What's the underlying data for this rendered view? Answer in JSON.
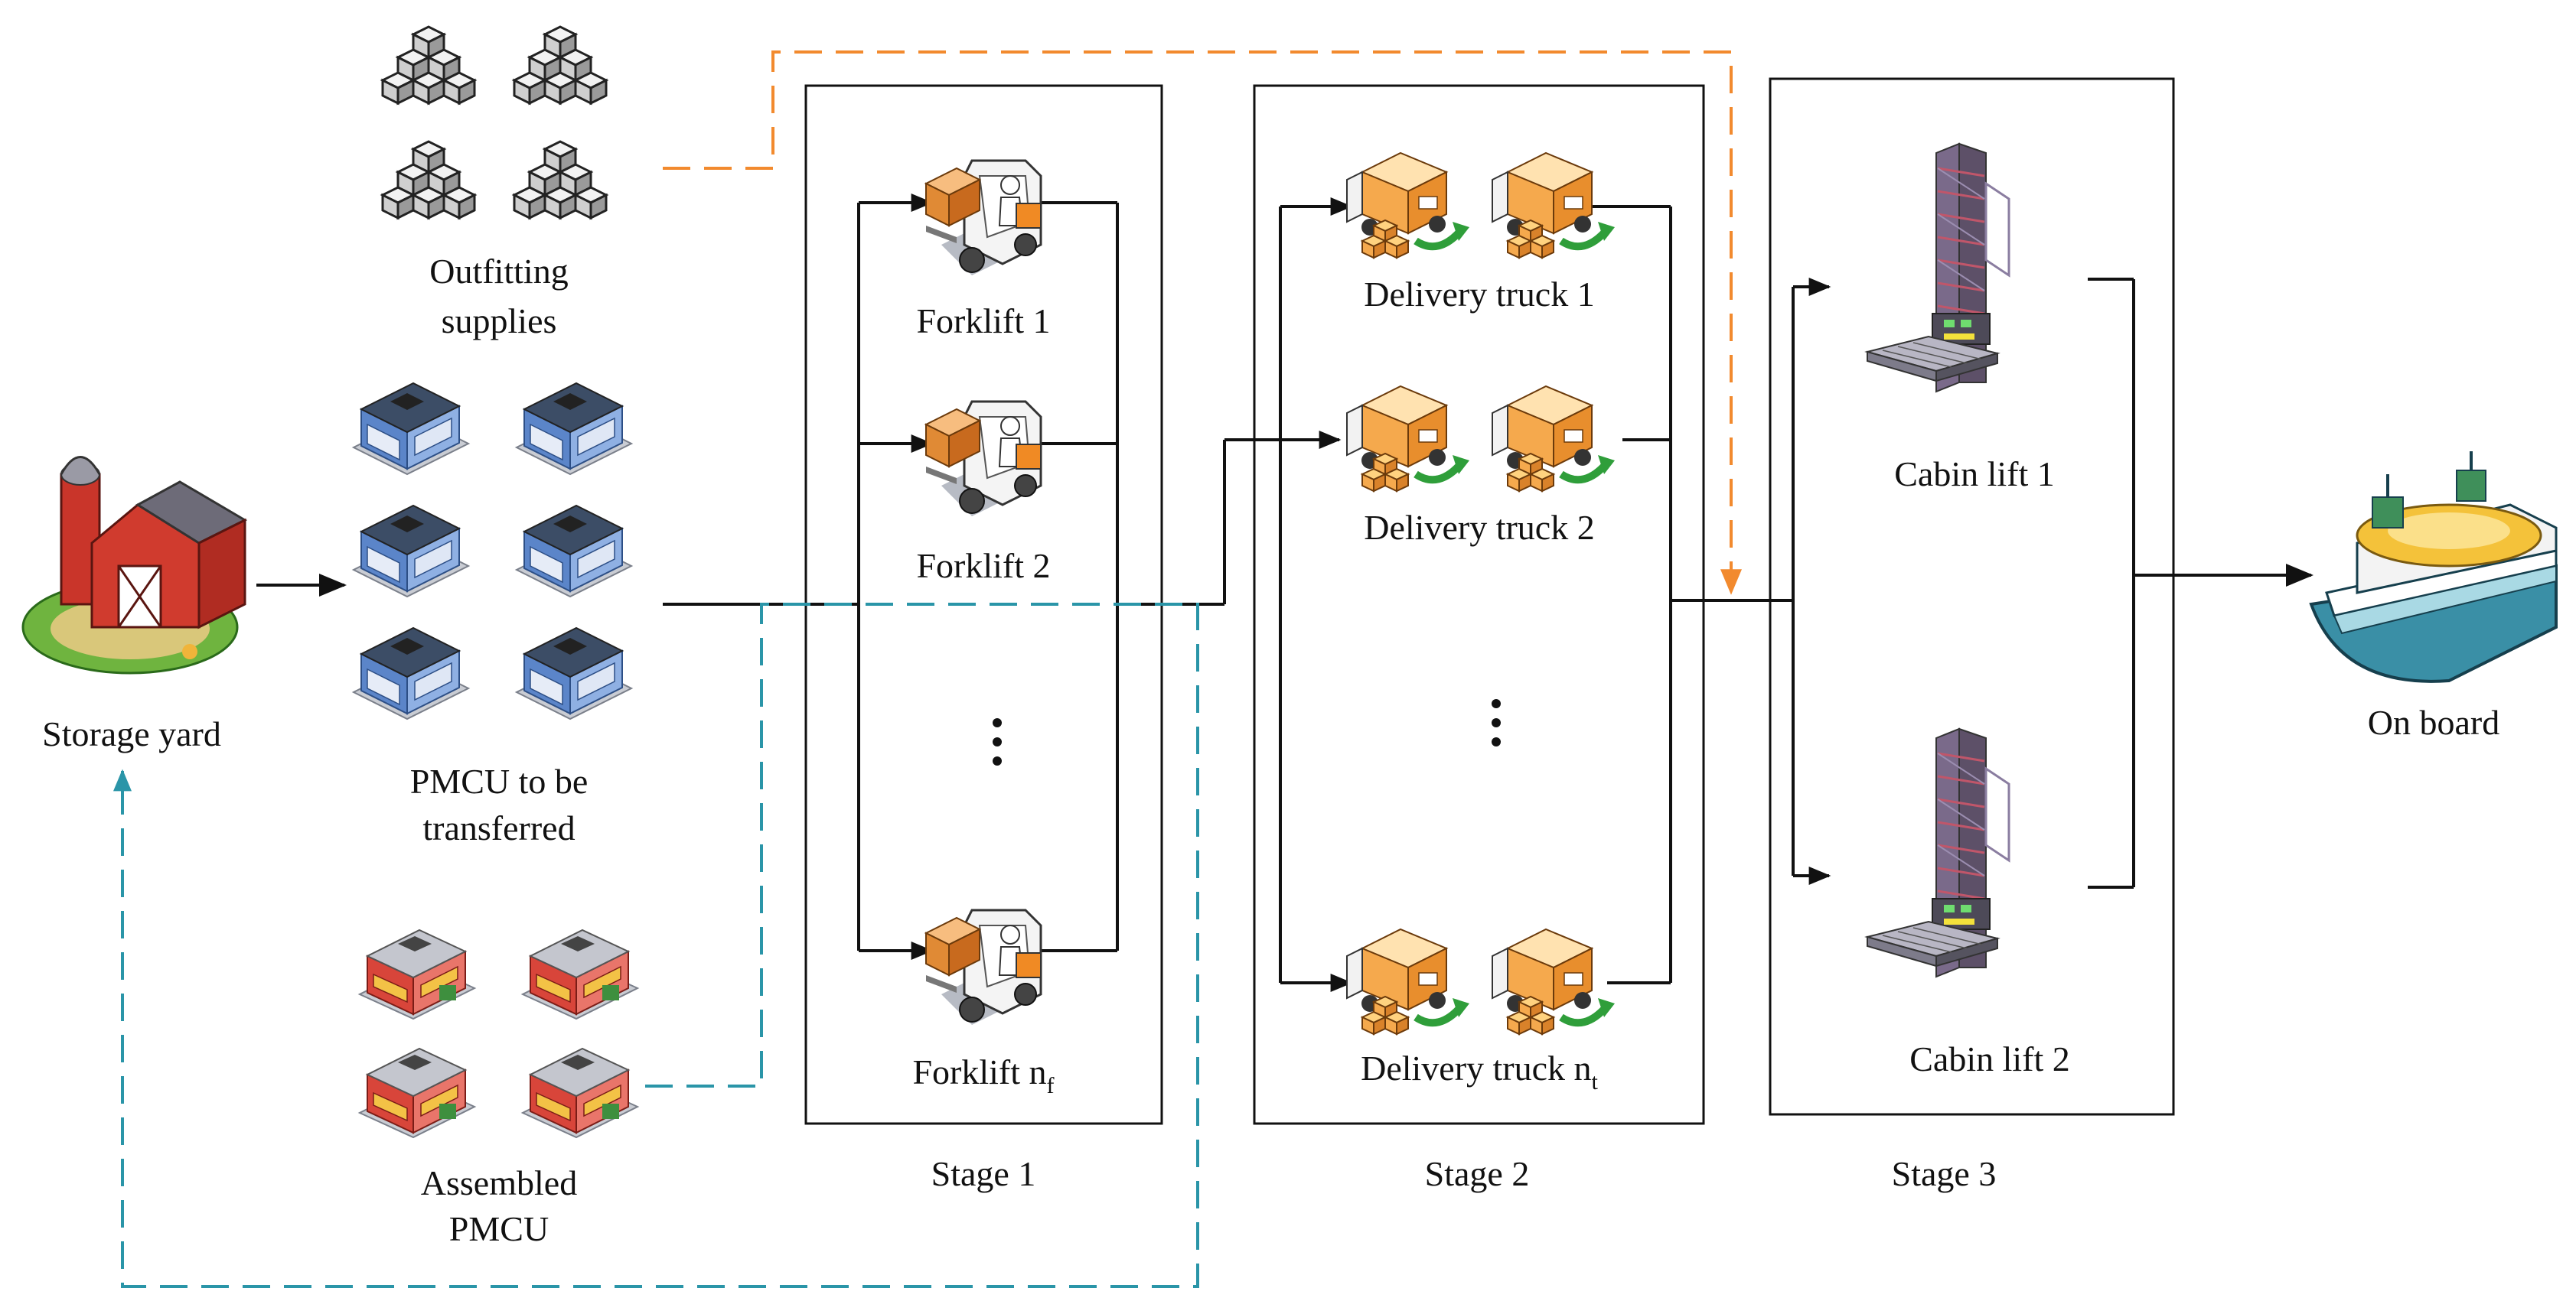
{
  "labels": {
    "storage_yard": "Storage yard",
    "outfitting_line1": "Outfitting",
    "outfitting_line2": "supplies",
    "pmcu_line1": "PMCU to be",
    "pmcu_line2": "transferred",
    "assembled_line1": "Assembled",
    "assembled_line2": "PMCU",
    "on_board": "On board"
  },
  "stages": [
    {
      "title": "Stage 1",
      "items": [
        {
          "label": "Forklift 1",
          "subscript": ""
        },
        {
          "label": "Forklift 2",
          "subscript": ""
        },
        {
          "label": "Forklift n",
          "subscript": "f"
        }
      ]
    },
    {
      "title": "Stage 2",
      "items": [
        {
          "label": "Delivery truck 1",
          "subscript": ""
        },
        {
          "label": "Delivery truck 2",
          "subscript": ""
        },
        {
          "label": "Delivery truck n",
          "subscript": "t"
        }
      ]
    },
    {
      "title": "Stage 3",
      "items": [
        {
          "label": "Cabin lift 1",
          "subscript": ""
        },
        {
          "label": "Cabin lift 2",
          "subscript": ""
        }
      ]
    }
  ],
  "icons": {
    "storage": "barn-icon",
    "supplies": "crate-stack-icon",
    "pmcu": "module-unit-icon",
    "assembled": "assembled-module-icon",
    "forklift": "forklift-icon",
    "truck": "delivery-truck-icon",
    "lift": "cabin-lift-icon",
    "ship": "ship-icon"
  },
  "colors": {
    "line": "#111111",
    "supply_flow": "#f28a2e",
    "return_flow": "#2a95a8",
    "box": "#f5a94d",
    "module_blue": "#5b85c9",
    "module_red": "#d8453a",
    "lift_frame": "#6e6f86",
    "ship_hull": "#3a8fa6"
  }
}
